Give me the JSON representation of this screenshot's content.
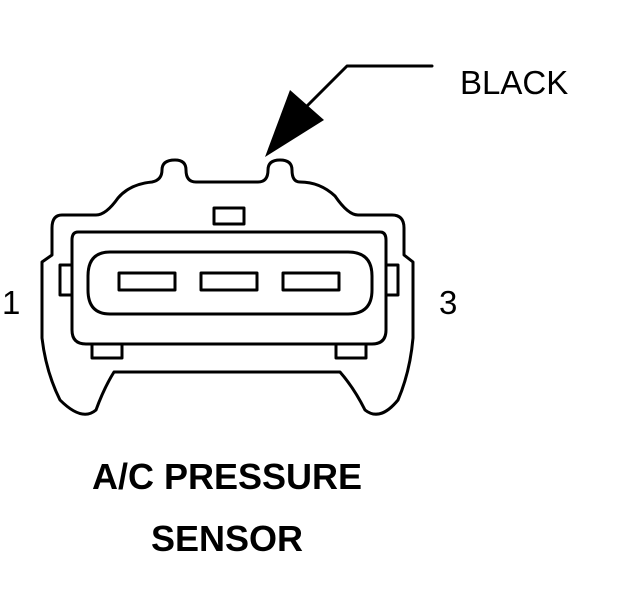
{
  "connector": {
    "wire_color": "BLACK",
    "pin_left": "1",
    "pin_right": "3",
    "name_line1": "A/C PRESSURE",
    "name_line2": "SENSOR"
  },
  "colors": {
    "line": "#000000",
    "background": "#ffffff"
  }
}
